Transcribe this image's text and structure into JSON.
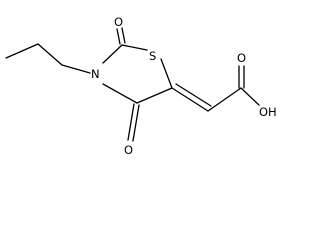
{
  "molecule": {
    "atoms": {
      "carbonyl_o_top": "O",
      "sulfur": "S",
      "nitrogen": "N",
      "carbonyl_o_bottom": "O",
      "acid_o_double": "O",
      "acid_oh": "OH"
    },
    "colors": {
      "line": "#000000",
      "label": "#000000",
      "background": "#ffffff"
    }
  }
}
